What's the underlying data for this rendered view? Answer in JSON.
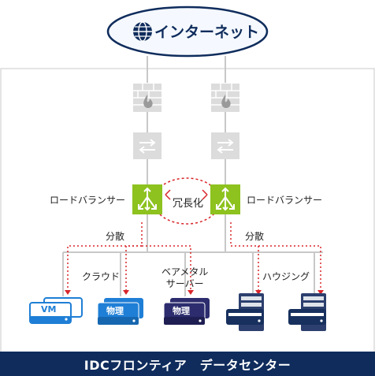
{
  "internet": {
    "label": "インターネット"
  },
  "redundancy": {
    "label": "冗長化"
  },
  "load_balancers": [
    {
      "label": "ロードバランサー"
    },
    {
      "label": "ロードバランサー"
    }
  ],
  "distribution": [
    {
      "label": "分散"
    },
    {
      "label": "分散"
    }
  ],
  "server_groups": [
    {
      "label": "クラウド"
    },
    {
      "label": "ベアメタル\nサーバー"
    },
    {
      "label": "ハウジング"
    }
  ],
  "servers": {
    "vm_label": "VM",
    "physical_label": "物理"
  },
  "footer": {
    "label": "IDCフロンティア　データセンター"
  },
  "colors": {
    "navy": "#0f2c5c",
    "green": "#8dc21f",
    "red_dotted": "#d9262b",
    "gray_device": "#d9d9d9",
    "cloud_blue": "#1f7fd6"
  }
}
